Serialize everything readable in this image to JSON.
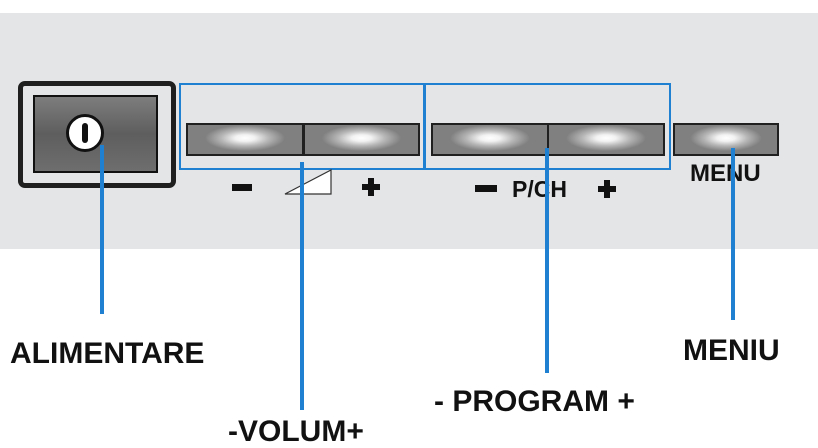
{
  "panel": {
    "volume": {
      "minus": "−",
      "plus": "+"
    },
    "program": {
      "label": "P/CH",
      "minus": "−",
      "plus": "+"
    },
    "menu": {
      "label": "MENU"
    }
  },
  "callouts": {
    "power": "ALIMENTARE",
    "volume": "-VOLUM+",
    "program": "- PROGRAM +",
    "menu": "MENIU"
  },
  "colors": {
    "panel": "#e4e5e7",
    "group_outline": "#1f7fd1",
    "connector": "#1f7fd1"
  }
}
